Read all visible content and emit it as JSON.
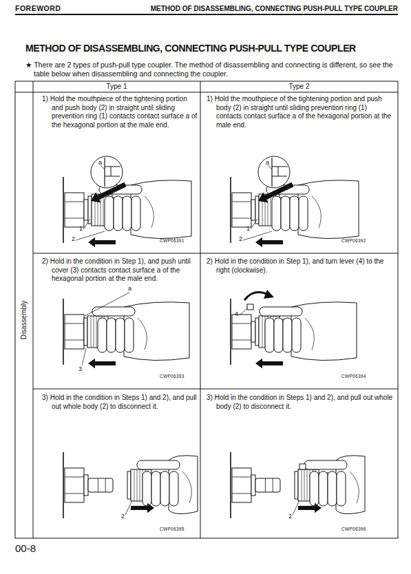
{
  "diagram": {
    "title": "METHOD OF DISASSEMBLING, CONNECTING PUSH-PULL TYPE COUPLER",
    "labels": [
      "FOREWORD",
      "METHOD OF DISASSEMBLING, CONNECTING PUSH-PULL TYPE COUPLER",
      "★ There are 2 types of push-pull type coupler. The method of disassembling and connecting is different, so see the table below when disassembling and connecting the coupler.",
      "Type 1",
      "Type 2",
      "Disassembly",
      "1) Hold the mouthpiece of the tightening portion and push body (2) in straight until sliding prevention ring (1) contacts contact surface a of the hexagonal portion at the male end.",
      "a",
      "1",
      "2",
      "CWP06391",
      "1) Hold the mouthpiece of the tightening portion and push body (2) in straight until sliding prevention ring (1) contacts contact surface a of the hexagonal portion at the male end.",
      "a",
      "1",
      "2",
      "CWP06392",
      "2) Hold in the condition in Step 1), and push until cover (3) contacts contact surface a of the hexagonal portion at the male end.",
      "a",
      "3",
      "CWP06393",
      "2) Hold in the condition in Step 1), and turn lever (4) to the right (clockwise).",
      "4",
      "CWP06394",
      "3) Hold in the condition in Steps 1) and 2), and pull out whole body (2) to disconnect it.",
      "2",
      "CWP06395",
      "3) Hold in the condition in Steps 1) and 2), and pull out whole body (2) to disconnect it.",
      "2",
      "CWP06396",
      "00-8"
    ]
  }
}
